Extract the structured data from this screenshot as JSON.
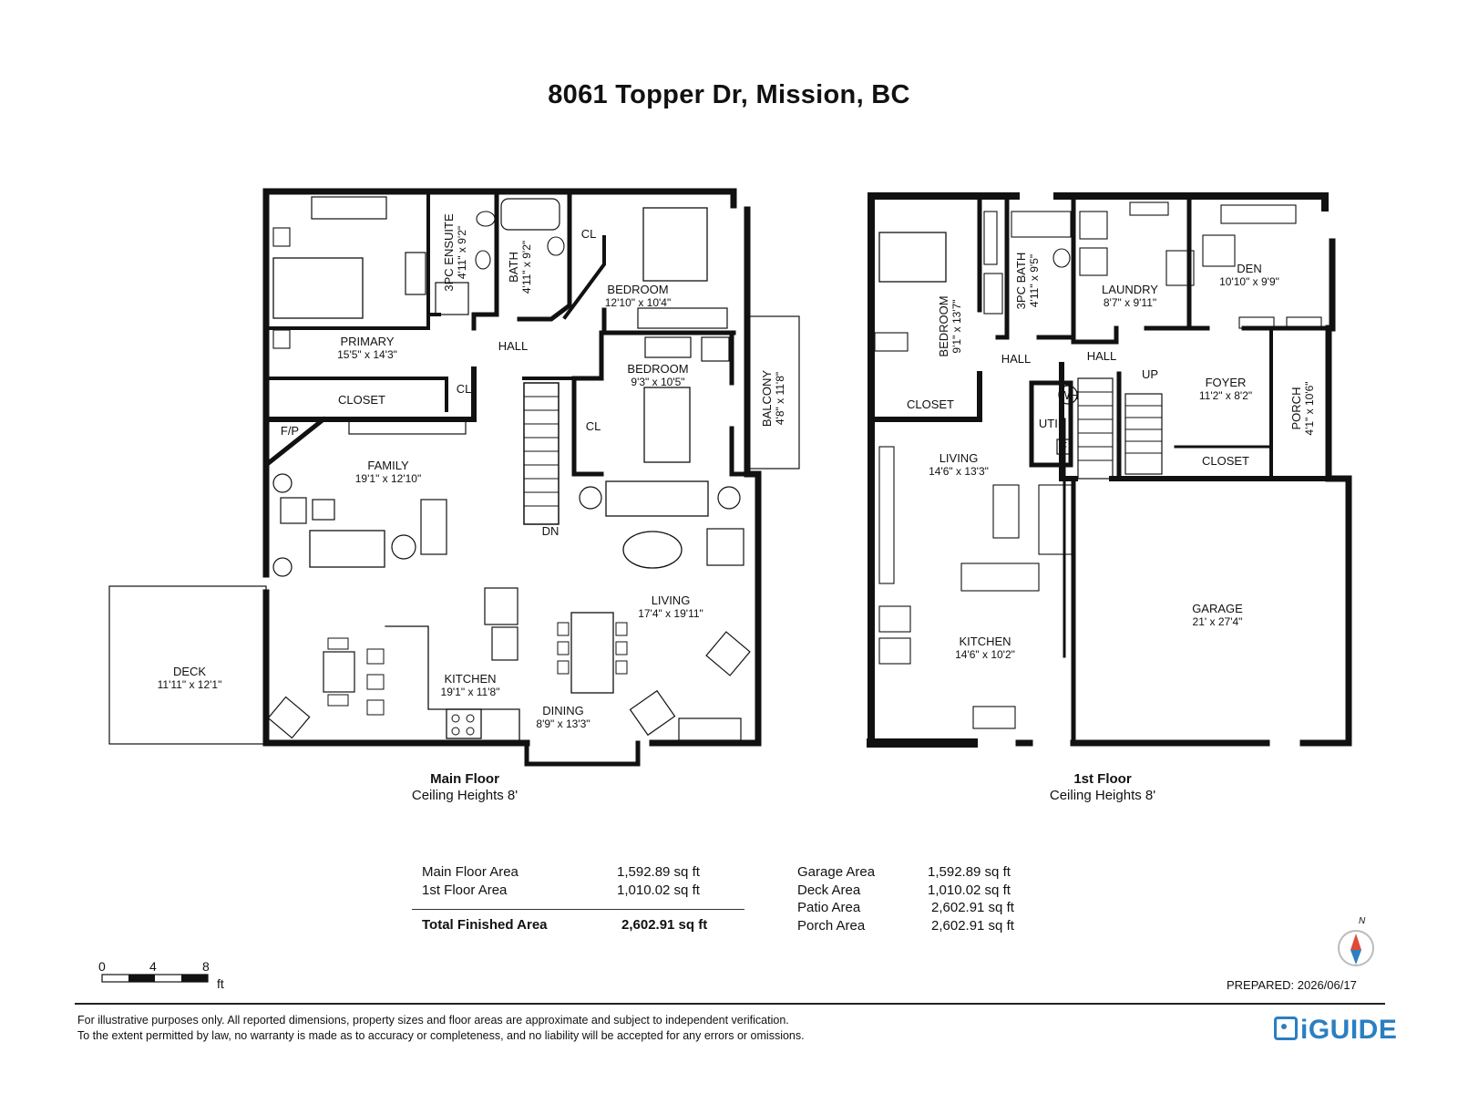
{
  "title": "8061 Topper Dr, Mission, BC",
  "main_floor": {
    "caption": "Main Floor",
    "ceiling": "Ceiling Heights 8'",
    "rooms": [
      {
        "name": "PRIMARY",
        "dims": "15'5\" x 14'3\""
      },
      {
        "name": "3PC ENSUITE",
        "dims": "4'11\" x 9'2\""
      },
      {
        "name": "BATH",
        "dims": "4'11\" x 9'2\""
      },
      {
        "name": "BEDROOM",
        "dims": "12'10\" x 10'4\""
      },
      {
        "name": "BEDROOM",
        "dims": "9'3\" x 10'5\""
      },
      {
        "name": "BALCONY",
        "dims": "4'8\" x 11'8\""
      },
      {
        "name": "FAMILY",
        "dims": "19'1\" x 12'10\""
      },
      {
        "name": "LIVING",
        "dims": "17'4\" x 19'11\""
      },
      {
        "name": "KITCHEN",
        "dims": "19'1\" x 11'8\""
      },
      {
        "name": "DINING",
        "dims": "8'9\" x 13'3\""
      },
      {
        "name": "DECK",
        "dims": "11'11\" x 12'1\""
      }
    ],
    "labels": [
      "HALL",
      "CLOSET",
      "CL",
      "CL",
      "CL",
      "F/P",
      "DN"
    ]
  },
  "first_floor": {
    "caption": "1st Floor",
    "ceiling": "Ceiling Heights 8'",
    "rooms": [
      {
        "name": "BEDROOM",
        "dims": "9'1\" x 13'7\""
      },
      {
        "name": "3PC BATH",
        "dims": "4'11\" x 9'5\""
      },
      {
        "name": "LAUNDRY",
        "dims": "8'7\" x 9'11\""
      },
      {
        "name": "DEN",
        "dims": "10'10\" x 9'9\""
      },
      {
        "name": "FOYER",
        "dims": "11'2\" x 8'2\""
      },
      {
        "name": "PORCH",
        "dims": "4'1\" x 10'6\""
      },
      {
        "name": "LIVING",
        "dims": "14'6\" x 13'3\""
      },
      {
        "name": "KITCHEN",
        "dims": "14'6\" x 10'2\""
      },
      {
        "name": "GARAGE",
        "dims": "21' x 27'4\""
      }
    ],
    "labels": [
      "HALL",
      "HALL",
      "CLOSET",
      "CLOSET",
      "UTIL",
      "UP",
      "WH",
      "F"
    ]
  },
  "areas_left": [
    {
      "label": "Main Floor Area",
      "value": "1,592.89 sq ft"
    },
    {
      "label": "1st Floor Area",
      "value": "1,010.02 sq ft"
    }
  ],
  "total": {
    "label": "Total Finished Area",
    "value": "2,602.91 sq ft"
  },
  "areas_right": [
    {
      "label": "Garage Area",
      "value": "1,592.89 sq ft"
    },
    {
      "label": "Deck Area",
      "value": "1,010.02 sq ft"
    },
    {
      "label": "Patio Area",
      "value": "2,602.91 sq ft"
    },
    {
      "label": "Porch Area",
      "value": "2,602.91 sq ft"
    }
  ],
  "scale": {
    "ticks": [
      "0",
      "4",
      "8"
    ],
    "unit": "ft"
  },
  "compass": "N",
  "prepared": "PREPARED: 2026/06/17",
  "disclaimer": [
    "For illustrative purposes only. All reported dimensions, property sizes and floor areas are approximate and subject to independent verification.",
    "To the extent permitted by law, no warranty is made as to accuracy or completeness, and no liability will be accepted for any errors or omissions."
  ],
  "brand": "iGUIDE"
}
